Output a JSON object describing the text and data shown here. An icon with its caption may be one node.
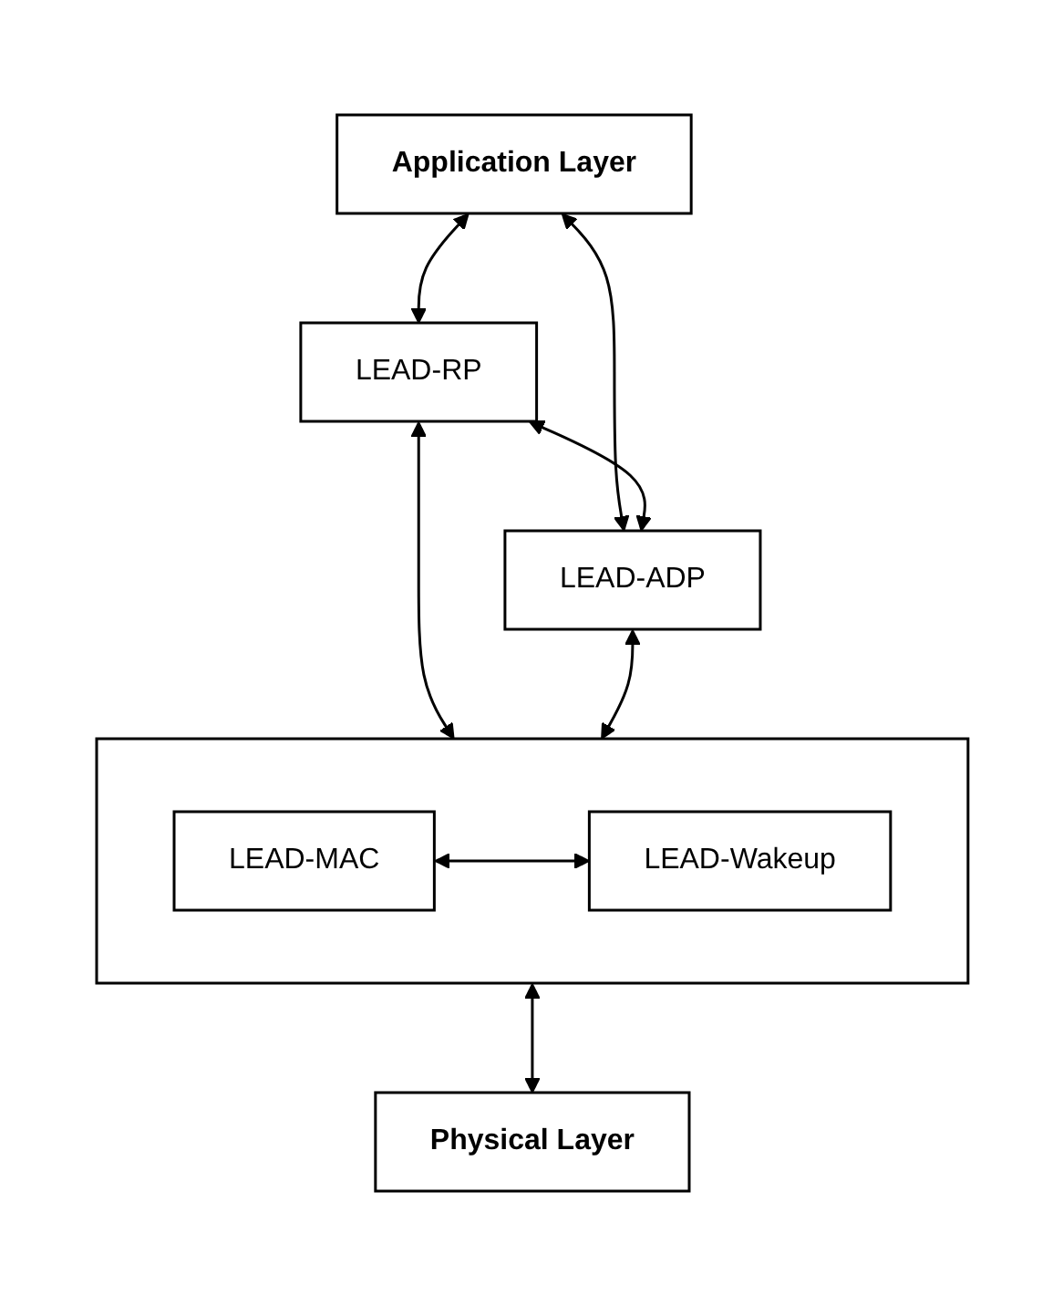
{
  "diagram": {
    "nodes": [
      {
        "text": [
          "Application Layer"
        ]
      },
      {
        "text": [
          "LEAD-RP"
        ]
      },
      {
        "text": [
          "LEAD-ADP"
        ]
      },
      {
        "text": [],
        "shape": "box"
      },
      {
        "text": [
          "LEAD-MAC"
        ],
        "in": 3
      },
      {
        "text": [
          "LEAD-Wakeup"
        ],
        "in": 3
      },
      {
        "text": [
          "Physical Layer"
        ]
      }
    ],
    "edges": [
      {
        "from": 0,
        "to": 1,
        "arrow": "both"
      },
      {
        "from": 0,
        "to": 2,
        "arrow": "both"
      },
      {
        "from": 1,
        "to": 2,
        "arrow": "both"
      },
      {
        "from": 1,
        "to": 3,
        "arrow": "both"
      },
      {
        "from": 2,
        "to": 3,
        "arrow": "both"
      },
      {
        "from": 4,
        "to": 5,
        "arrow": "both"
      },
      {
        "from": 3,
        "to": 6,
        "arrow": "both"
      }
    ]
  }
}
